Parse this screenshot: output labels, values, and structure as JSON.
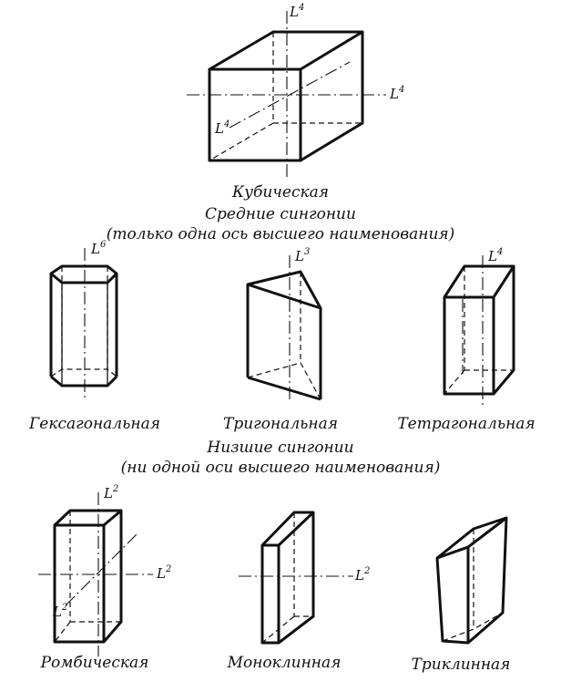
{
  "header": {
    "cubic": "Кубическая",
    "middle_title": "Средние сингонии",
    "middle_sub": "(только одна ось высшего наименования)",
    "lower_title": "Низшие сингонии",
    "lower_sub": "(ни одной оси высшего наименования)"
  },
  "crystals": {
    "hexagonal": "Гексагональная",
    "trigonal": "Тригональная",
    "tetragonal": "Тетрагональная",
    "rhombic": "Ромбическая",
    "monoclinic": "Моноклинная",
    "triclinic": "Триклинная"
  },
  "axes": {
    "L": "L",
    "four": "4",
    "six": "6",
    "three": "3",
    "two": "2"
  }
}
